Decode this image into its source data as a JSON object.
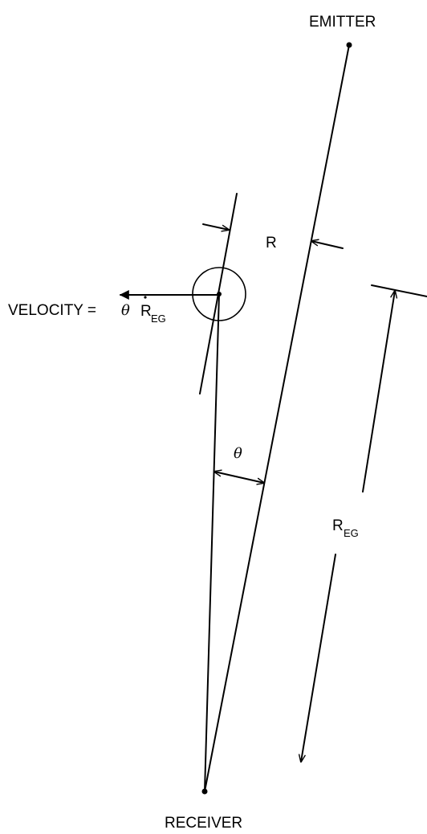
{
  "labels": {
    "emitter": "EMITTER",
    "receiver": "RECEIVER",
    "r": "R",
    "velocity_prefix": "VELOCITY =",
    "theta": "θ",
    "r_main": "R",
    "r_sub": "EG",
    "rdot_main": "R",
    "rdot_sub": "EG",
    "reg_main": "R",
    "reg_sub": "EG"
  }
}
